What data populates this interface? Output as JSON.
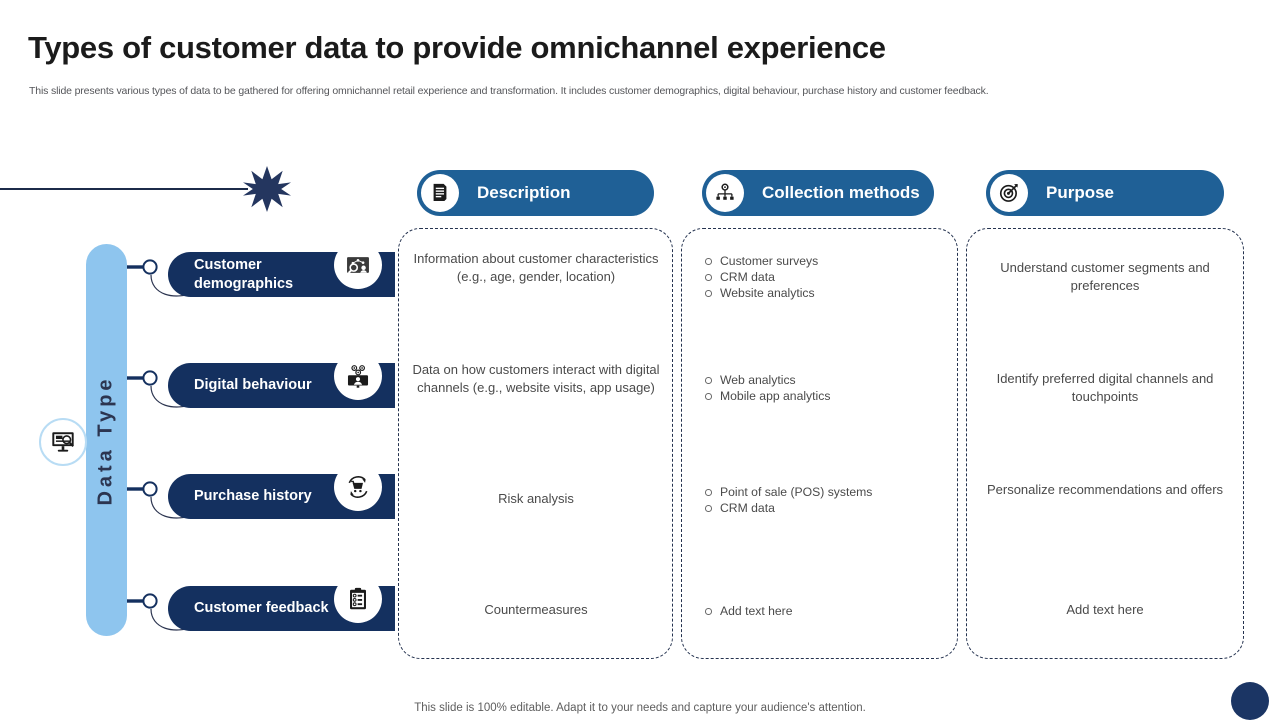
{
  "header": {
    "title": "Types of customer data to provide omnichannel experience",
    "subtitle": "This slide presents various types of data to  be gathered for offering omnichannel retail experience and transformation. It includes customer demographics, digital behaviour, purchase history and customer feedback."
  },
  "left_axis": {
    "label": "Data Type",
    "icon": "monitor-search-icon",
    "bar_color": "#8ec5ee"
  },
  "columns": [
    {
      "key": "description",
      "label": "Description",
      "icon": "document-list-icon"
    },
    {
      "key": "collection",
      "label": "Collection methods",
      "icon": "gear-network-icon"
    },
    {
      "key": "purpose",
      "label": "Purpose",
      "icon": "target-arrow-icon"
    }
  ],
  "rows": [
    {
      "label": "Customer demographics",
      "icon": "audience-analysis-icon",
      "description": "Information about customer characteristics\n(e.g., age, gender, location)",
      "collection_methods": [
        "Customer surveys",
        "CRM data",
        "Website analytics"
      ],
      "purpose": "Understand customer segments and preferences"
    },
    {
      "label": "Digital behaviour",
      "icon": "digital-users-monitor-icon",
      "description": "Data on how customers interact with digital channels (e.g., website visits, app usage)",
      "collection_methods": [
        "Web analytics",
        "Mobile app analytics"
      ],
      "purpose": "Identify preferred digital channels and touchpoints"
    },
    {
      "label": "Purchase history",
      "icon": "shopping-cart-cycle-icon",
      "description": "Risk analysis",
      "collection_methods": [
        "Point of sale (POS) systems",
        "CRM data"
      ],
      "purpose": "Personalize recommendations and offers"
    },
    {
      "label": "Customer feedback",
      "icon": "clipboard-survey-icon",
      "description": "Countermeasures",
      "collection_methods": [
        "Add text here"
      ],
      "purpose": "Add text here"
    }
  ],
  "footer": {
    "note": "This slide is 100% editable. Adapt it to your needs and capture your audience's attention."
  },
  "theme": {
    "pill_header": "#1f6096",
    "row_pill": "#14305f",
    "accent_light": "#8ec5ee",
    "dark_navy": "#1b3564",
    "text_body": "#4a4a4a"
  }
}
